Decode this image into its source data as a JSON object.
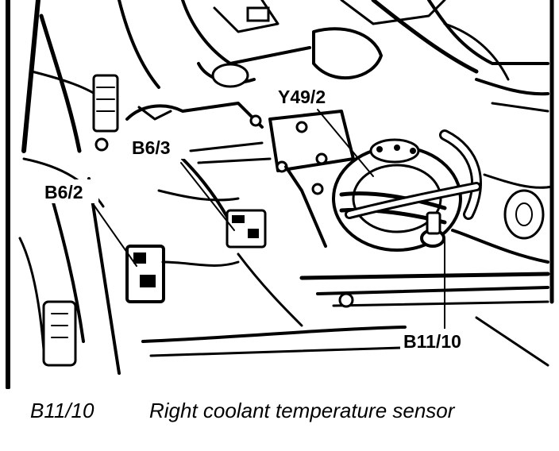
{
  "callouts": {
    "y49_2": "Y49/2",
    "b6_3": "B6/3",
    "b6_2": "B6/2",
    "b11_10": "B11/10"
  },
  "caption": {
    "code": "B11/10",
    "description": "Right coolant temperature sensor"
  }
}
